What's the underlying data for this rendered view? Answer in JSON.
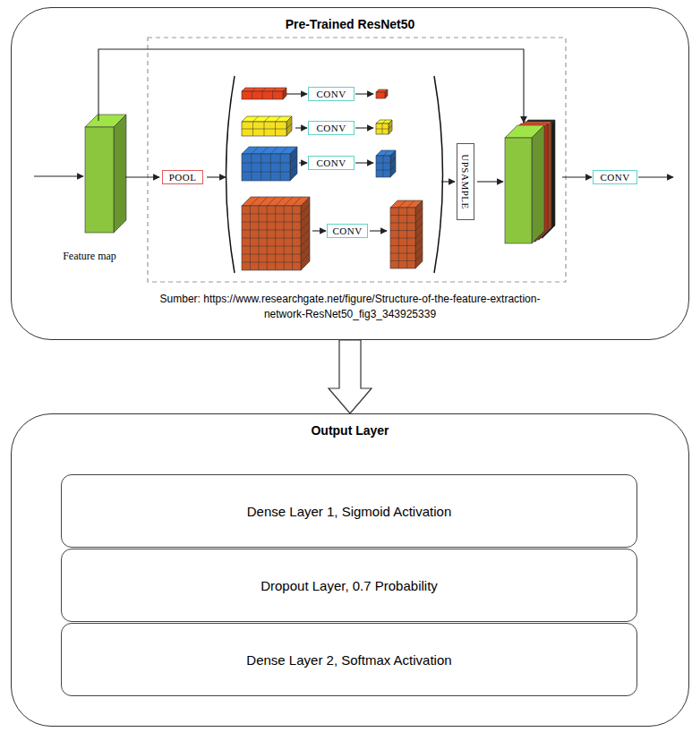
{
  "diagram": {
    "nodes": [
      {
        "text": [
          "Pre-Trained ResNet50"
        ]
      },
      {
        "text": [
          "POOL"
        ],
        "in": 0
      },
      {
        "text": [
          "CONV"
        ],
        "in": 0
      },
      {
        "text": [
          "CONV"
        ],
        "in": 0
      },
      {
        "text": [
          "CONV"
        ],
        "in": 0
      },
      {
        "text": [
          "CONV"
        ],
        "in": 0
      },
      {
        "text": [
          "UPSAMPLE"
        ],
        "in": 0
      },
      {
        "text": [
          "CONV"
        ],
        "in": 0
      },
      {
        "text": [
          "Output Layer"
        ]
      },
      {
        "text": [
          "Dense Layer 1, Sigmoid Activation"
        ],
        "in": 8
      },
      {
        "text": [
          "Dropout Layer, 0.7 Probability"
        ],
        "in": 8
      },
      {
        "text": [
          "Dense Layer 2, Softmax Activation"
        ],
        "in": 8
      }
    ],
    "edges": [
      {
        "from": 0,
        "to": 8,
        "arrow": "to"
      }
    ],
    "labels": [
      "Feature map",
      "Sumber: https://www.researchgate.net/figure/Structure-of-the-feature-extraction-network-ResNet50_fig3_343925339"
    ]
  }
}
